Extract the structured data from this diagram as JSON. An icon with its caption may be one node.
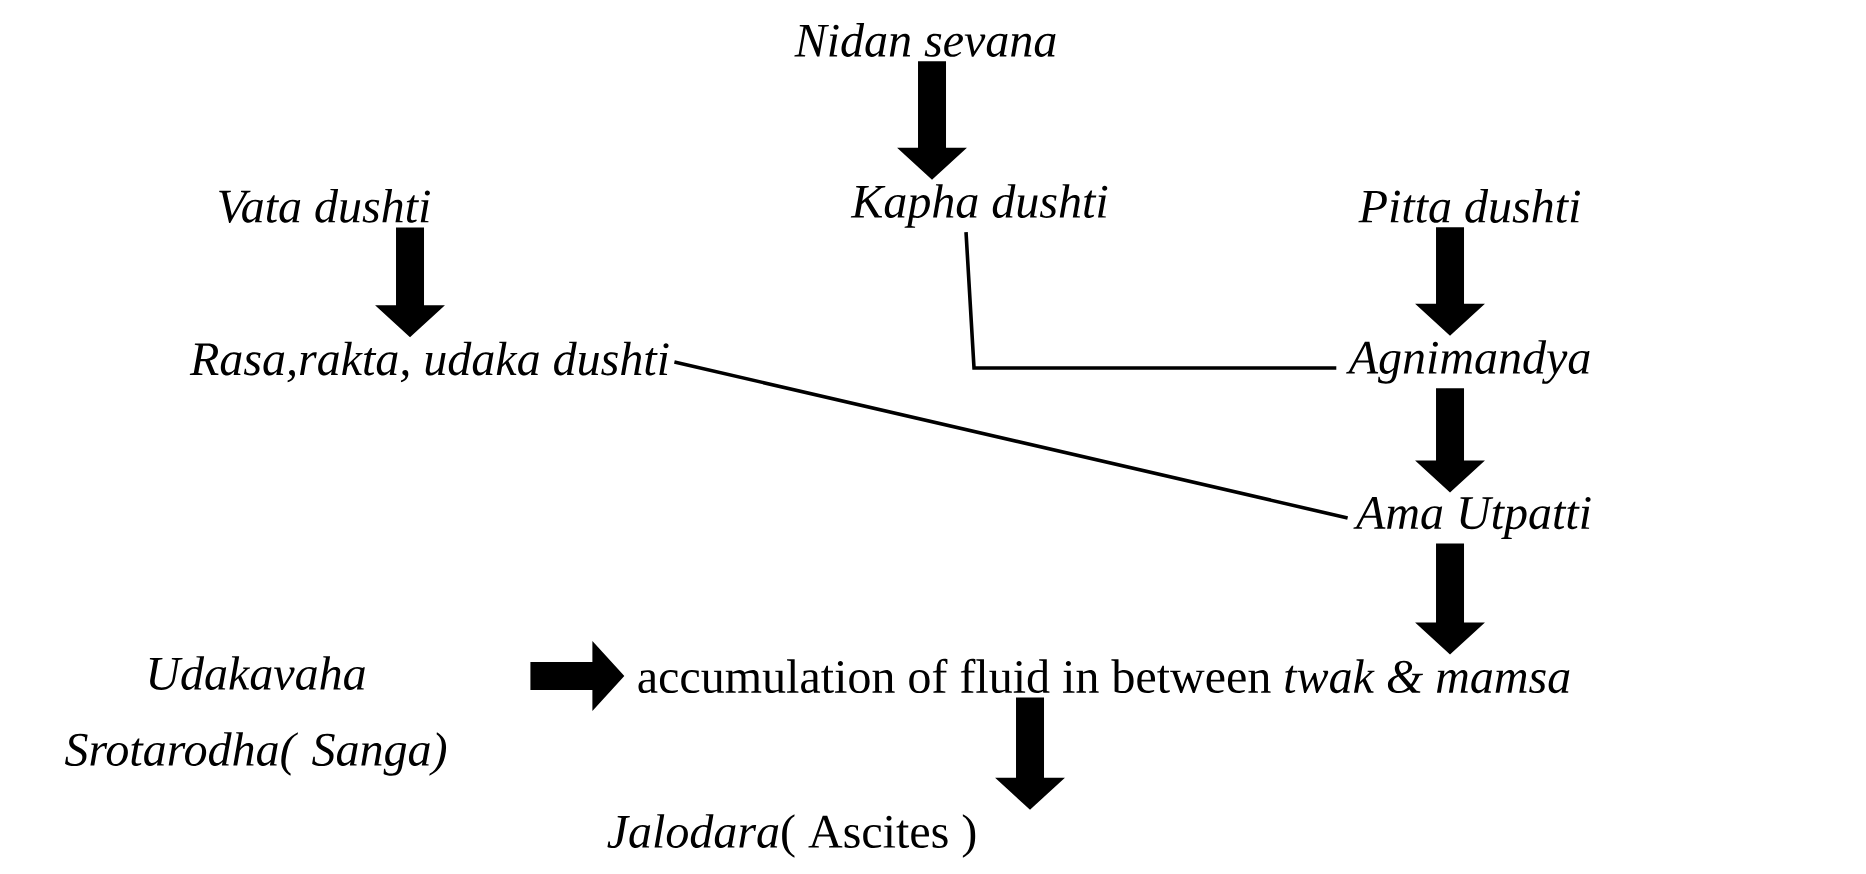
{
  "diagram": {
    "nodes": [
      {
        "text": [
          "Nidan sevana"
        ]
      },
      {
        "text": [
          "Vata dushti"
        ]
      },
      {
        "text": [
          "Kapha dushti"
        ]
      },
      {
        "text": [
          "Pitta dushti"
        ]
      },
      {
        "text": [
          "Rasa,rakta, udaka dushti"
        ]
      },
      {
        "text": [
          "Agnimandya"
        ]
      },
      {
        "text": [
          "Ama Utpatti"
        ]
      },
      {
        "text": [
          "Udakavaha Srotarodha( Sanga)"
        ]
      },
      {
        "text": [
          "accumulation of fluid in between *twak & mamsa*"
        ]
      },
      {
        "text": [
          "*Jalodara*( Ascites )"
        ]
      }
    ],
    "edges": [
      {
        "from": 0,
        "to": 2,
        "arrow": "to"
      },
      {
        "from": 1,
        "to": 4,
        "arrow": "to"
      },
      {
        "from": 3,
        "to": 5,
        "arrow": "to"
      },
      {
        "from": 2,
        "to": 5,
        "arrow": "none"
      },
      {
        "from": 4,
        "to": 6,
        "arrow": "none"
      },
      {
        "from": 5,
        "to": 6,
        "arrow": "to"
      },
      {
        "from": 6,
        "to": 8,
        "arrow": "to"
      },
      {
        "from": 7,
        "to": 8,
        "arrow": "to"
      },
      {
        "from": 8,
        "to": 9,
        "arrow": "to"
      }
    ]
  }
}
